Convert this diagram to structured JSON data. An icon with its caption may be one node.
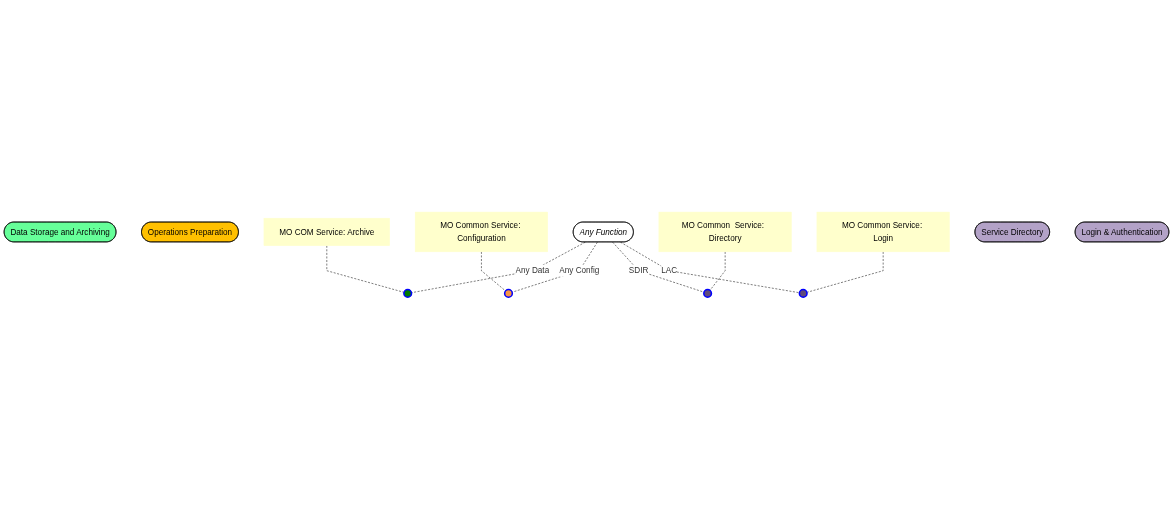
{
  "diagram": {
    "nodes": [
      {
        "text": [
          "Data Storage and Archiving"
        ]
      },
      {
        "text": [
          "Operations Preparation"
        ]
      },
      {
        "text": [],
        "shape": "circle"
      },
      {
        "text": [],
        "shape": "circle"
      },
      {
        "text": [
          "MO COM Service:  Archive"
        ]
      },
      {
        "text": [
          "MO Common Service: Configuration"
        ]
      },
      {
        "text": [
          "Any Function"
        ]
      },
      {
        "text": [
          "MO Common  Service:  Directory"
        ]
      },
      {
        "text": [
          "MO Common Service: Login"
        ]
      },
      {
        "text": [],
        "shape": "circle"
      },
      {
        "text": [],
        "shape": "circle"
      },
      {
        "text": [
          "Service Directory"
        ]
      },
      {
        "text": [
          "Login & Authentication"
        ]
      }
    ],
    "edges": [
      {
        "from": 6,
        "to": 2,
        "arrow": "none",
        "label": "Any Data",
        "style": "dashed"
      },
      {
        "from": 6,
        "to": 3,
        "arrow": "none",
        "label": "Any Config",
        "style": "dashed"
      },
      {
        "from": 6,
        "to": 9,
        "arrow": "none",
        "label": "SDIR",
        "style": "dashed"
      },
      {
        "from": 6,
        "to": 10,
        "arrow": "none",
        "label": "LAC",
        "style": "dashed"
      },
      {
        "from": 4,
        "to": 2,
        "arrow": "none",
        "style": "dashed"
      },
      {
        "from": 5,
        "to": 3,
        "arrow": "none",
        "style": "dashed"
      },
      {
        "from": 7,
        "to": 9,
        "arrow": "none",
        "style": "dashed"
      },
      {
        "from": 8,
        "to": 10,
        "arrow": "none",
        "style": "dashed"
      }
    ]
  }
}
